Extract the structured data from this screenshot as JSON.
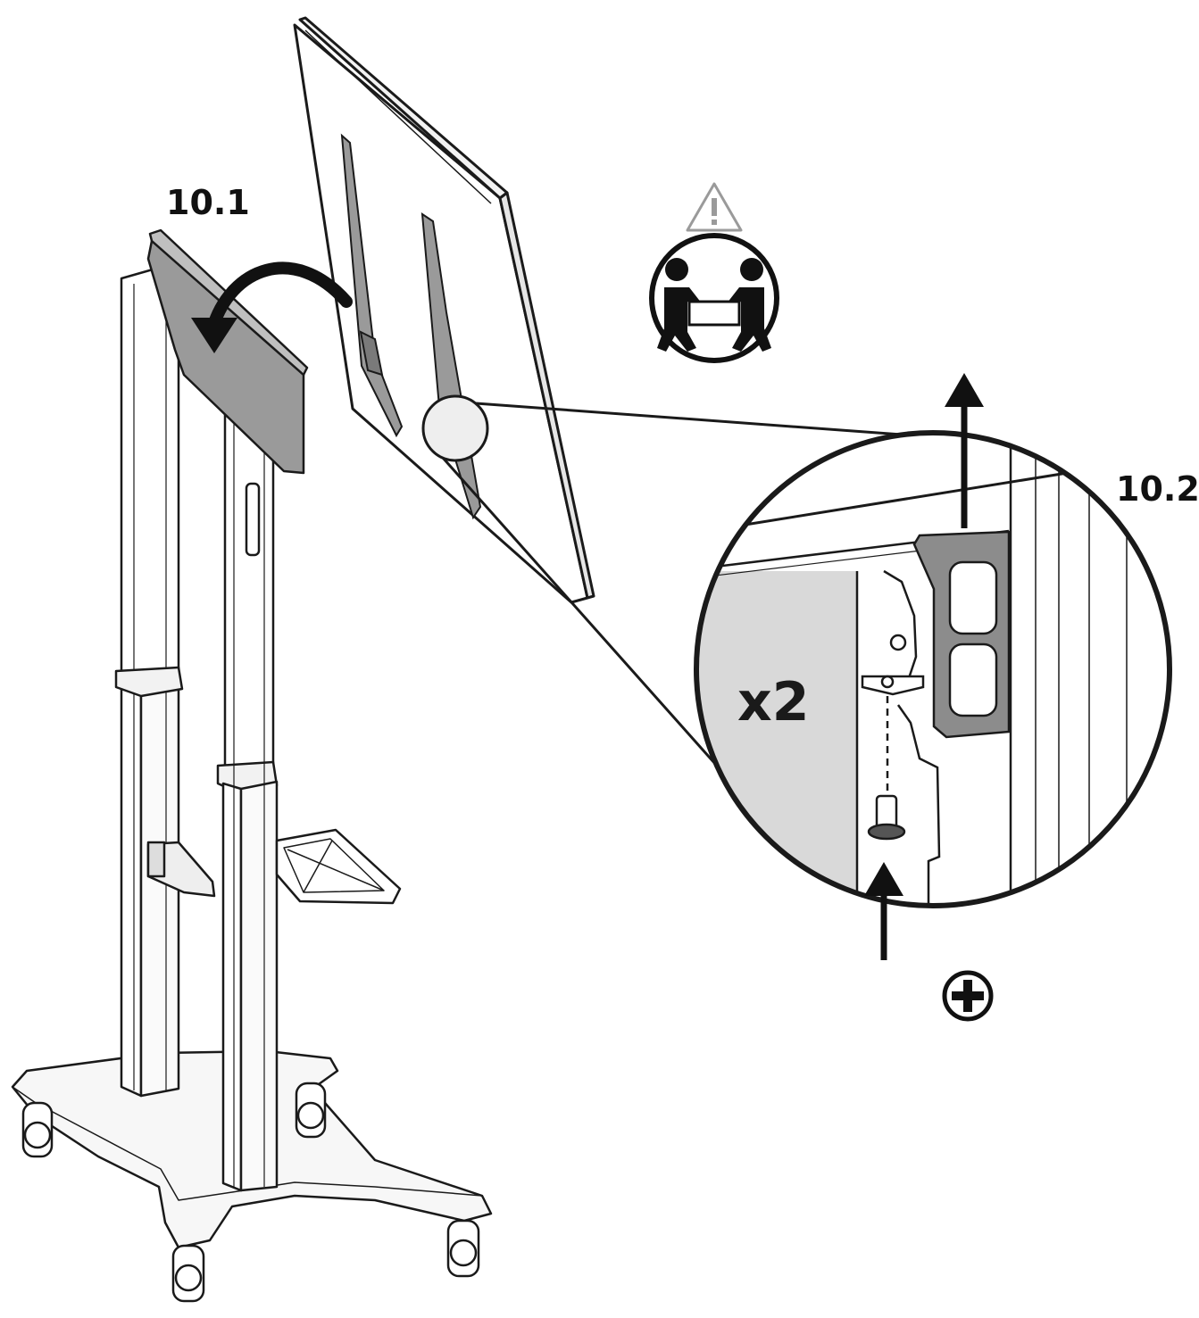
{
  "steps": {
    "step1": "10.1",
    "step2": "10.2"
  },
  "callout": {
    "quantity": "x2"
  },
  "icons": {
    "warning": "warning-triangle-icon",
    "two_person_lift": "two-person-lift-icon",
    "screwdriver": "phillips-screwdriver-icon"
  },
  "colors": {
    "line": "#1a1a1a",
    "bracket_gray": "#8c8c8c",
    "panel_gray": "#d9d9d9",
    "background": "#ffffff"
  }
}
